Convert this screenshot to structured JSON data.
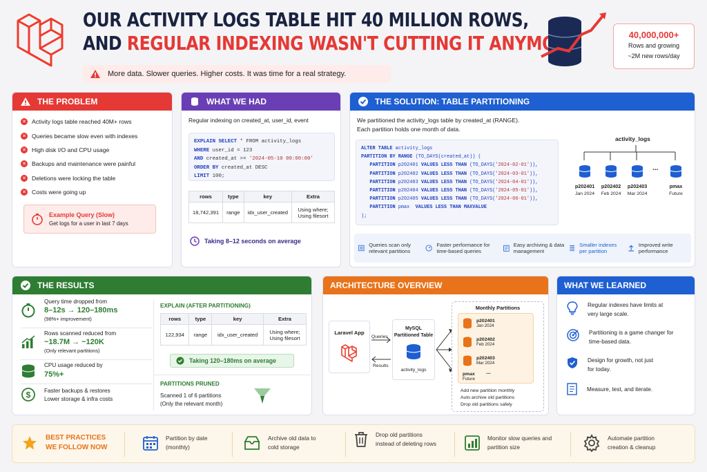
{
  "title": {
    "line1": "OUR ACTIVITY LOGS TABLE HIT 40 MILLION ROWS,",
    "line2a": "AND ",
    "line2b": "REGULAR INDEXING WASN'T CUTTING IT ANYMORE"
  },
  "alert": "More data. Slower queries. Higher costs. It was time for a real strategy.",
  "stat": {
    "value": "40,000,000+",
    "label": "Rows and growing",
    "sub": "~2M new rows/day"
  },
  "problem": {
    "title": "THE PROBLEM",
    "items": [
      "Activity logs table reached 40M+ rows",
      "Queries became slow even with indexes",
      "High disk I/O and CPU usage",
      "Backups and maintenance were painful",
      "Deletions were locking the table",
      "Costs were going up"
    ],
    "example_title": "Example Query (Slow)",
    "example_desc": "Get logs for a user in last 7 days"
  },
  "had": {
    "title": "WHAT WE HAD",
    "desc": "Regular indexing on created_at, user_id, event",
    "code": [
      [
        "EXPLAIN SELECT",
        "* FROM activity_logs"
      ],
      [
        "WHERE",
        "user_id = 123"
      ],
      [
        "AND",
        "created_at >= ",
        "'2024-05-10 00:00:00'"
      ],
      [
        "ORDER BY",
        "created_at DESC"
      ],
      [
        "LIMIT",
        "100;"
      ]
    ],
    "table_headers": [
      "rows",
      "type",
      "key",
      "Extra"
    ],
    "table_row": [
      "18,742,391",
      "range",
      "idx_user_created",
      "Using where; Using filesort"
    ],
    "timing": "Taking 8–12 seconds on average"
  },
  "solution": {
    "title": "THE SOLUTION: TABLE PARTITIONING",
    "desc1": "We partitioned the activity_logs table by created_at (RANGE).",
    "desc2": "Each partition holds one month of data.",
    "code": [
      "ALTER TABLE activity_logs",
      "PARTITION BY RANGE (TO_DAYS(created_at)) (",
      "   PARTITION p202401 VALUES LESS THAN (TO_DAYS('2024-02-01')),",
      "   PARTITION p202402 VALUES LESS THAN (TO_DAYS('2024-03-01')),",
      "   PARTITION p202403 VALUES LESS THAN (TO_DAYS('2024-04-01')),",
      "   PARTITION p202404 VALUES LESS THAN (TO_DAYS('2024-05-01')),",
      "   PARTITION p202405 VALUES LESS THAN (TO_DAYS('2024-06-01')),",
      "   PARTITION pmax  VALUES LESS THAN MAXVALUE",
      ");"
    ],
    "tree_root": "activity_logs",
    "parts": [
      {
        "name": "p202401",
        "sub": "Jan 2024"
      },
      {
        "name": "p202402",
        "sub": "Feb 2024"
      },
      {
        "name": "p202403",
        "sub": "Mar 2024"
      },
      {
        "name": "pmax",
        "sub": "Future"
      }
    ],
    "ellipsis": "...",
    "features": [
      "Queries scan only relevant partitions",
      "Faster performance for time-based queries",
      "Easy archiving & data management",
      "Smaller indexes per partition",
      "Improved write performance"
    ]
  },
  "results": {
    "title": "THE RESULTS",
    "m1_label": "Query time dropped from",
    "m1_from": "8–12s",
    "m1_to": "120–180ms",
    "m1_note": "(98%+ improvement)",
    "m2_label": "Rows scanned reduced from",
    "m2_from": "~18.7M",
    "m2_to": "~120K",
    "m2_note": "(Only relevant partitions)",
    "m3_label": "CPU usage reduced by",
    "m3_value": "75%+",
    "m4_l1": "Faster backups & restores",
    "m4_l2": "Lower storage & infra costs",
    "explain_title": "EXPLAIN (AFTER PARTITIONING)",
    "table_headers": [
      "rows",
      "type",
      "key",
      "Extra"
    ],
    "table_row": [
      "122,934",
      "range",
      "idx_user_created",
      "Using where; Using filesort"
    ],
    "timing": "Taking 120–180ms on average",
    "pruned_title": "PARTITIONS PRUNED",
    "pruned_l1": "Scanned 1 of 6 partitions",
    "pruned_l2": "(Only the relevant month)",
    "arrow": "→"
  },
  "arch": {
    "title": "ARCHITECTURE OVERVIEW",
    "app": "Laravel App",
    "queries": "Queries",
    "results": "Results",
    "mysql": "MySQL Partitioned Table",
    "table": "activity_logs",
    "monthly": "Monthly Partitions",
    "parts": [
      {
        "name": "p202401",
        "sub": "Jan 2024"
      },
      {
        "name": "p202402",
        "sub": "Feb 2024"
      },
      {
        "name": "p202403",
        "sub": "Mar 2024"
      }
    ],
    "pmax": "pmax",
    "pmax_sub": "Future",
    "ellipsis": "...",
    "notes": [
      "Add new partition monthly",
      "Auto archive old partitions",
      "Drop old partitions safely"
    ]
  },
  "learned": {
    "title": "WHAT WE LEARNED",
    "items": [
      "Regular indexes have limits at very large scale.",
      "Partitioning is a game changer for time-based data.",
      "Design for growth, not just for today.",
      "Measure, test, and iterate."
    ]
  },
  "best": {
    "title1": "BEST PRACTICES",
    "title2": "WE FOLLOW NOW",
    "items": [
      "Partition by date (monthly)",
      "Archive old data to cold storage",
      "Drop old partitions instead of deleting rows",
      "Monitor slow queries and partition size",
      "Automate partition creation & cleanup"
    ]
  },
  "colors": {
    "red": "#e53935",
    "purple": "#6a3fb5",
    "blue": "#1e5fd1",
    "green": "#2e7d32",
    "orange": "#e8731a",
    "navy": "#1a2340"
  }
}
